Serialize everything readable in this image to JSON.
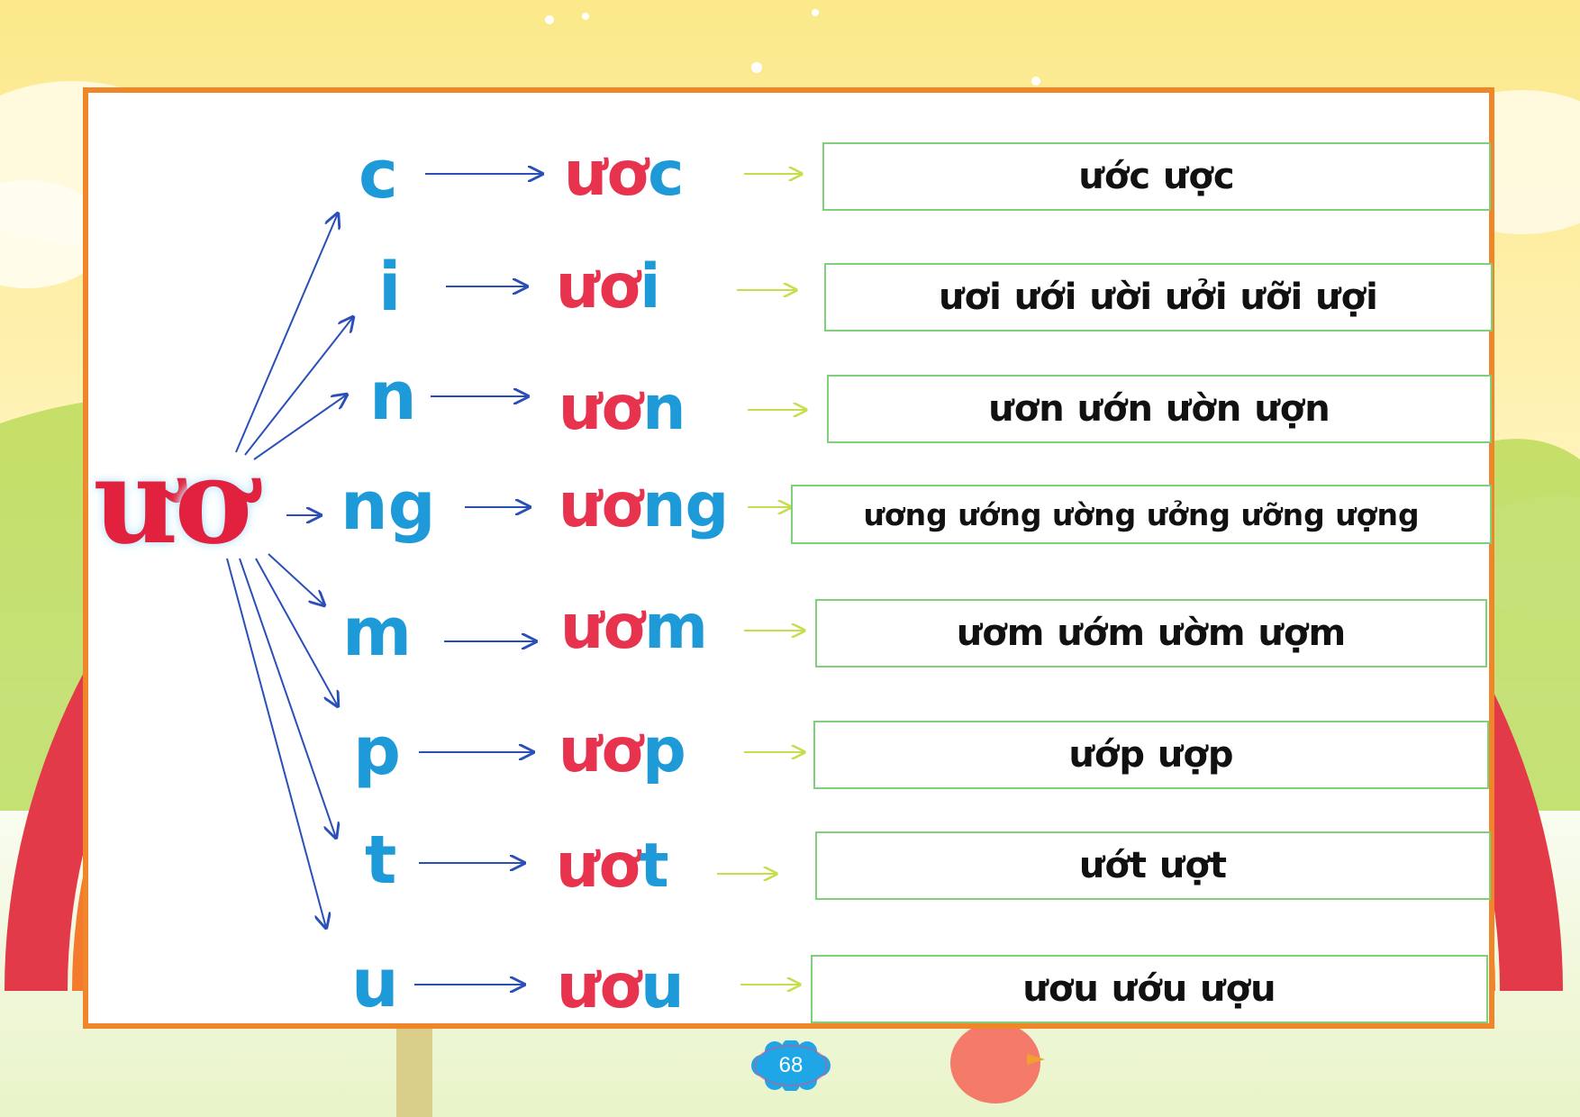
{
  "root": {
    "a": "ư",
    "b": "ơ"
  },
  "rows": [
    {
      "final": "c",
      "rhyme_a": "ươ",
      "rhyme_b": "c",
      "words": "ước ược"
    },
    {
      "final": "i",
      "rhyme_a": "ươ",
      "rhyme_b": "i",
      "words": "ươi ưới ười ưởi ưỡi ượi"
    },
    {
      "final": "n",
      "rhyme_a": "ươ",
      "rhyme_b": "n",
      "words": "ươn ướn ườn ượn"
    },
    {
      "final": "ng",
      "rhyme_a": "ươ",
      "rhyme_b": "ng",
      "words": "ương ướng ường ưởng ưỡng ượng"
    },
    {
      "final": "m",
      "rhyme_a": "ươ",
      "rhyme_b": "m",
      "words": "ươm ướm ườm ượm"
    },
    {
      "final": "p",
      "rhyme_a": "ươ",
      "rhyme_b": "p",
      "words": "ướp ượp"
    },
    {
      "final": "t",
      "rhyme_a": "ươ",
      "rhyme_b": "t",
      "words": "ướt ượt"
    },
    {
      "final": "u",
      "rhyme_a": "ươ",
      "rhyme_b": "u",
      "words": "ươu ướu ượu"
    }
  ],
  "page_number": "68",
  "colors": {
    "red": "#e8334f",
    "blue": "#1e9ad8",
    "frame": "#f0862a",
    "box_border": "#7fd07a"
  }
}
